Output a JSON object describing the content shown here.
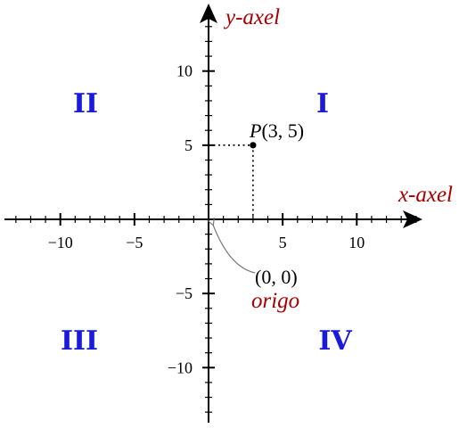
{
  "axes": {
    "x_label": "x-axel",
    "y_label": "y-axel",
    "x_range": [
      -13.8,
      14
    ],
    "y_range": [
      -13.8,
      14
    ],
    "major_ticks": [
      -10,
      -5,
      5,
      10
    ],
    "x_tick_labels": [
      "−10",
      "−5",
      "5",
      "10"
    ],
    "y_tick_labels": [
      "10",
      "5",
      "−5",
      "−10"
    ],
    "minor_tick_step": 1
  },
  "quadrants": {
    "I": "I",
    "II": "II",
    "III": "III",
    "IV": "IV"
  },
  "point": {
    "x": 3,
    "y": 5,
    "name": "P",
    "coords": "(3, 5)"
  },
  "origin": {
    "coords": "(0, 0)",
    "label": "origo"
  },
  "colors": {
    "quadrant": "#1a1adb",
    "axis_name": "#aa0000",
    "axis": "#000000",
    "arrow": "#777777"
  }
}
